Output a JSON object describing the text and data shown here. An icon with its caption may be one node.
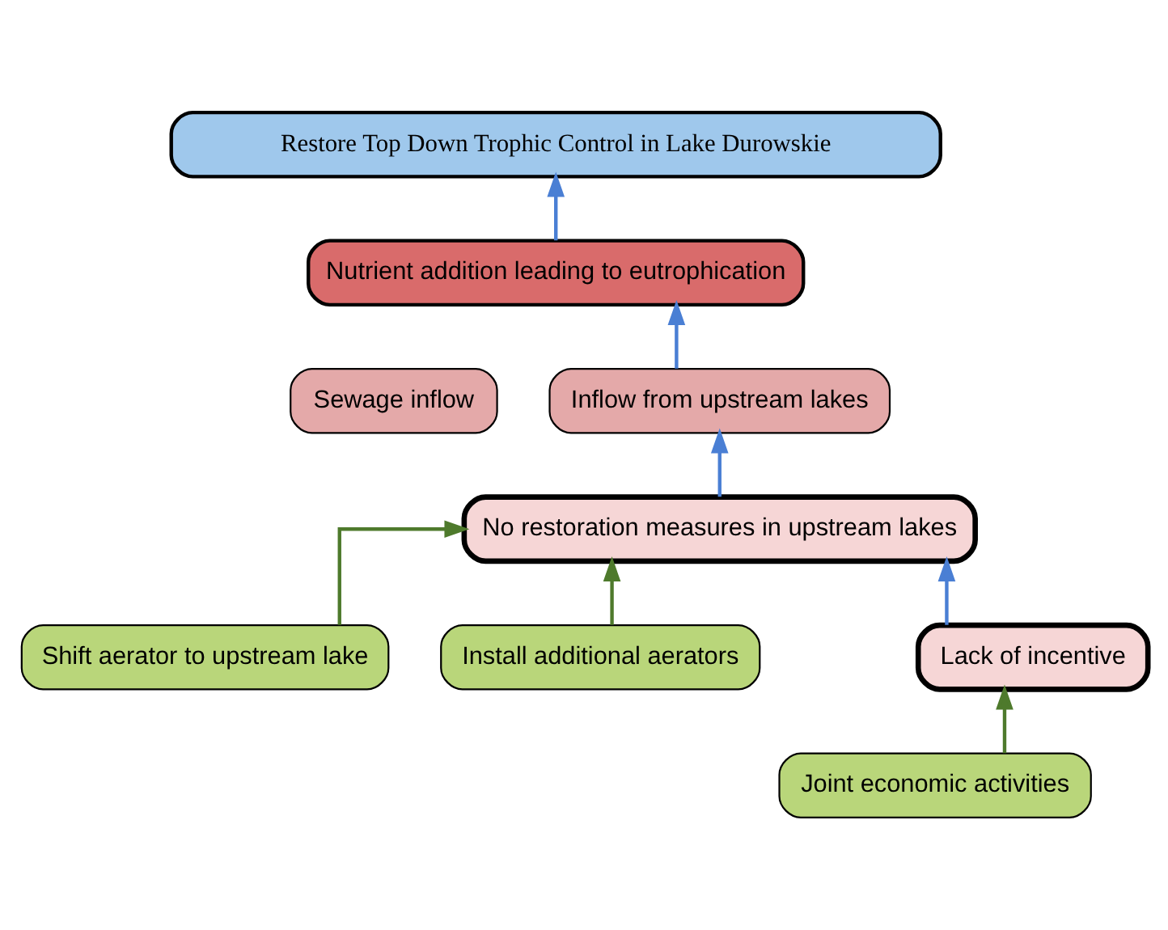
{
  "diagram": {
    "nodes": [
      {
        "text": [
          "Restore Top Down Trophic Control in Lake Durowskie"
        ]
      },
      {
        "text": [
          "Nutrient addition leading to eutrophication"
        ]
      },
      {
        "text": [
          "Sewage inflow"
        ]
      },
      {
        "text": [
          "Inflow from upstream lakes"
        ]
      },
      {
        "text": [
          "Shift aerator to upstream lake"
        ]
      },
      {
        "text": [
          "No restoration measures in upstream lakes"
        ]
      },
      {
        "text": [
          "Install additional aerators"
        ]
      },
      {
        "text": [
          "Joint economic activities"
        ]
      },
      {
        "text": [
          "Lack of incentive"
        ]
      }
    ],
    "edges": [
      {
        "from": 1,
        "to": 0,
        "arrow": "to"
      },
      {
        "from": 3,
        "to": 1,
        "arrow": "to"
      },
      {
        "from": 5,
        "to": 3,
        "arrow": "to"
      },
      {
        "from": 8,
        "to": 5,
        "arrow": "to"
      },
      {
        "from": 4,
        "to": 5,
        "arrow": "to",
        "color": "#4e7a2c"
      },
      {
        "from": 6,
        "to": 5,
        "arrow": "to",
        "color": "#4e7a2c"
      },
      {
        "from": 7,
        "to": 8,
        "arrow": "to",
        "color": "#4e7a2c"
      }
    ]
  }
}
